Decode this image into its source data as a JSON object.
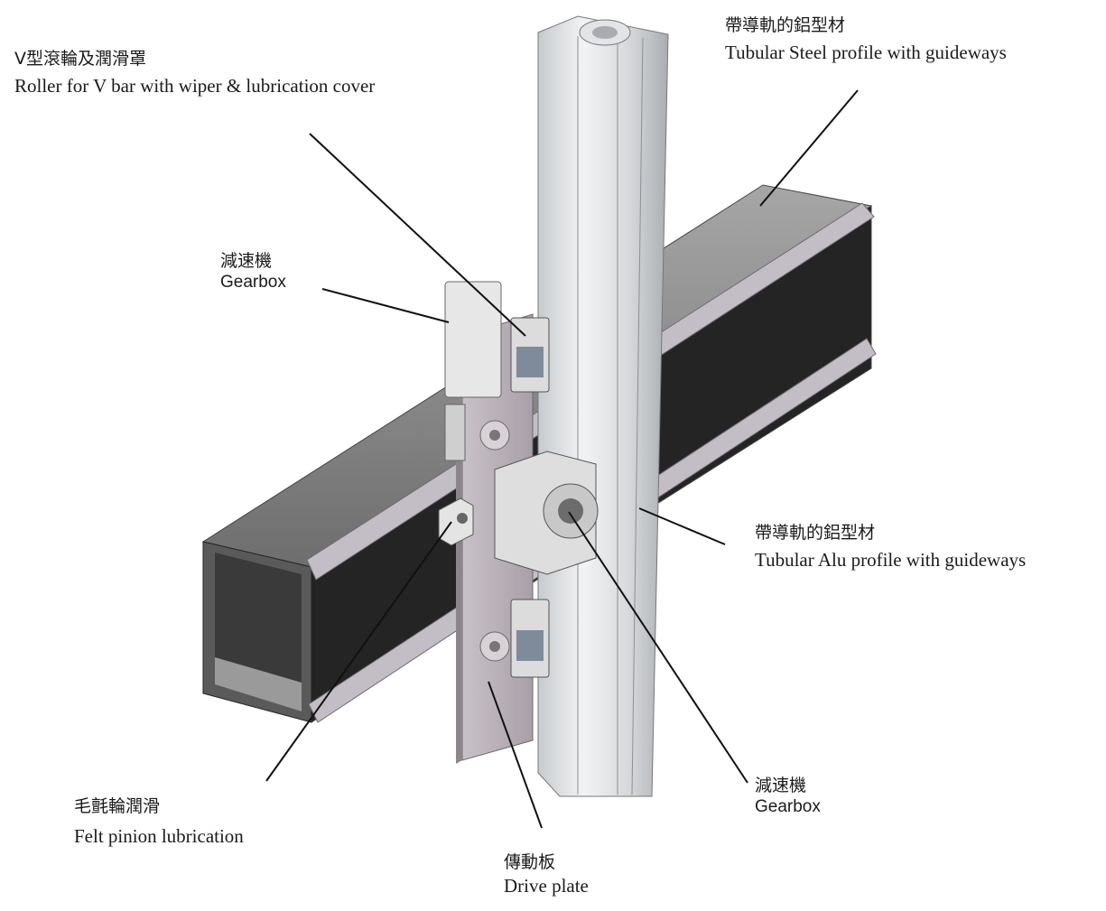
{
  "diagram": {
    "labels": [
      {
        "id": "roller",
        "zh": "V型滾輪及潤滑罩",
        "en": "Roller for V bar with wiper & lubrication cover"
      },
      {
        "id": "steel-profile",
        "zh": "帶導軌的鋁型材",
        "en": "Tubular Steel profile with guideways"
      },
      {
        "id": "gearbox-left",
        "zh": "減速機",
        "en": "Gearbox"
      },
      {
        "id": "alu-profile",
        "zh": "帶導軌的鋁型材",
        "en": "Tubular Alu profile with guideways"
      },
      {
        "id": "felt",
        "zh": "毛氈輪潤滑",
        "en": "Felt  pinion  lubrication"
      },
      {
        "id": "gearbox-right",
        "zh": "減速機",
        "en": "Gearbox"
      },
      {
        "id": "drive-plate",
        "zh": "傳動板",
        "en": "Drive plate"
      }
    ]
  },
  "colors": {
    "background": "#ffffff",
    "text": "#1a1a1a",
    "leader_line": "#111111",
    "aluminium": "#d9dcdf",
    "steel_profile_top": "#8c8c8c",
    "steel_profile_inner": "#2e2e2e",
    "guide_rail": "#c3bdc6",
    "drive_plate": "#b7aeb6"
  }
}
